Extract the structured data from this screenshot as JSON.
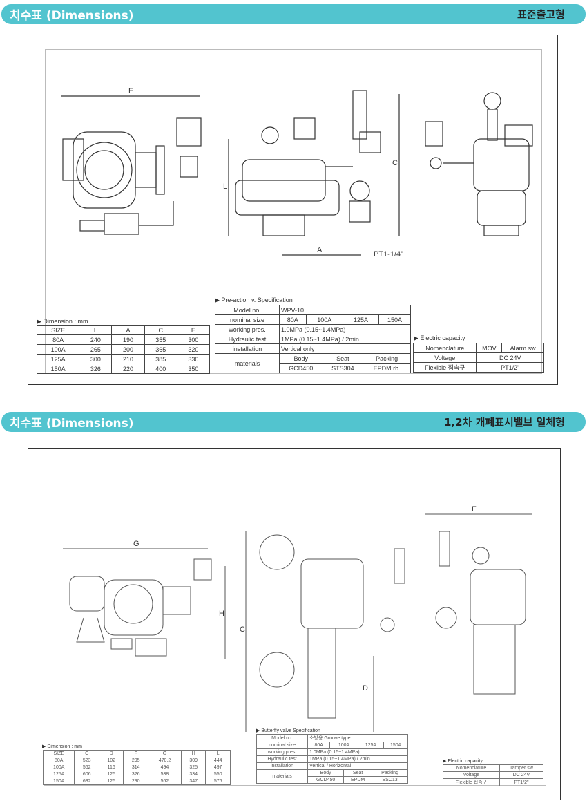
{
  "sections": [
    {
      "title": "치수표 (Dimensions)",
      "subtitle": "표준출고형",
      "labels": {
        "e": "E",
        "l": "L",
        "a": "A",
        "c": "C",
        "pt": "PT1-1/4\""
      },
      "dimension": {
        "caption": "▶ Dimension : mm",
        "header": [
          "SIZE",
          "L",
          "A",
          "C",
          "E"
        ],
        "rows": [
          [
            "80A",
            "240",
            "190",
            "355",
            "300"
          ],
          [
            "100A",
            "265",
            "200",
            "365",
            "320"
          ],
          [
            "125A",
            "300",
            "210",
            "385",
            "330"
          ],
          [
            "150A",
            "326",
            "220",
            "400",
            "350"
          ]
        ]
      },
      "spec": {
        "caption": "▶ Pre-action v. Specification",
        "model_label": "Model no.",
        "model": "WPV-10",
        "size_label": "nominal size",
        "sizes": [
          "80A",
          "100A",
          "125A",
          "150A"
        ],
        "pres_label": "working pres.",
        "pres": "1.0MPa (0.15~1.4MPa)",
        "test_label": "Hydraulic test",
        "test": "1MPa (0.15~1.4MPa) / 2min",
        "inst_label": "installation",
        "inst": "Vertical only",
        "mat_label": "materials",
        "mat_head": [
          "Body",
          "Seat",
          "Packing"
        ],
        "mat_vals": [
          "GCD450",
          "STS304",
          "EPDM rb."
        ]
      },
      "electric": {
        "caption": "▶ Electric capacity",
        "rows": [
          [
            "Nomenclature",
            "MOV",
            "Alarm sw"
          ],
          [
            "Voltage",
            "DC 24V"
          ],
          [
            "Flexible 접속구",
            "PT1/2\""
          ]
        ]
      }
    },
    {
      "title": "치수표 (Dimensions)",
      "subtitle": "1,2차 개폐표시밸브 일체형",
      "labels": {
        "g": "G",
        "h": "H",
        "c": "C",
        "d": "D",
        "f": "F"
      },
      "dimension": {
        "caption": "▶ Dimension : mm",
        "header": [
          "SIZE",
          "C",
          "D",
          "F",
          "G",
          "H",
          "L"
        ],
        "rows": [
          [
            "80A",
            "523",
            "102",
            "295",
            "470.2",
            "309",
            "444"
          ],
          [
            "100A",
            "562",
            "116",
            "314",
            "494",
            "325",
            "497"
          ],
          [
            "125A",
            "606",
            "125",
            "326",
            "538",
            "334",
            "550"
          ],
          [
            "150A",
            "632",
            "125",
            "290",
            "562",
            "347",
            "576"
          ]
        ]
      },
      "spec": {
        "caption": "▶ Butterfly valve Specification",
        "model_label": "Model no.",
        "model": "소방용 Groove type",
        "size_label": "nominal size",
        "sizes": [
          "80A",
          "100A",
          "125A",
          "150A"
        ],
        "pres_label": "working pres.",
        "pres": "1.0MPa (0.15~1.4MPa)",
        "test_label": "Hydraulic test",
        "test": "1MPa (0.15~1.4MPa) / 2min",
        "inst_label": "installation",
        "inst": "Vertical / Horizontal",
        "mat_label": "materials",
        "mat_head": [
          "Body",
          "Seat",
          "Packing"
        ],
        "mat_vals": [
          "GCD450",
          "EPDM",
          "SSC13"
        ]
      },
      "electric": {
        "caption": "▶ Electric capacity",
        "rows": [
          [
            "Nomenclature",
            "Tamper sw"
          ],
          [
            "Voltage",
            "DC 24V"
          ],
          [
            "Flexible 접속구",
            "PT1/2\""
          ]
        ]
      }
    }
  ]
}
